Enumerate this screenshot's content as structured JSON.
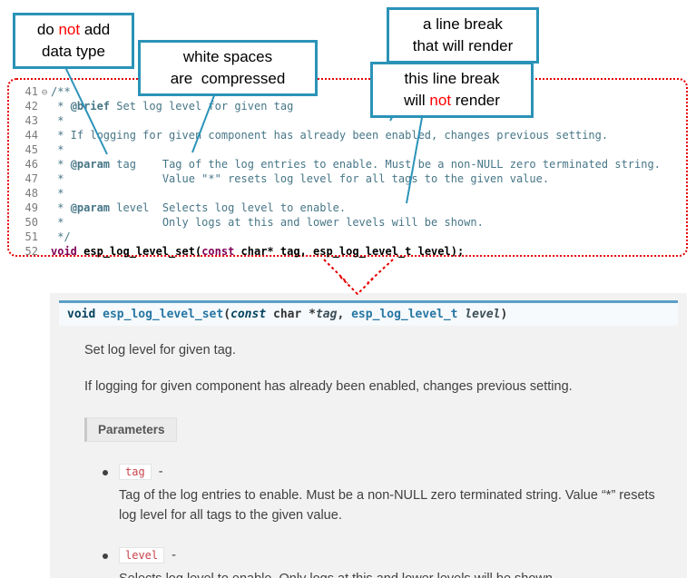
{
  "colors": {
    "callout_border": "#2b93b8",
    "highlight_red": "#ff0000",
    "code_comment_teal": "#477687",
    "code_keyword_purple": "#7f0055",
    "doc_accent_blue": "#5b9fc7",
    "param_chip_red": "#c7434b",
    "red_dotted_border": "#e60000"
  },
  "callouts": {
    "no_datatype": {
      "l1a": "do ",
      "l1_red": "not",
      "l1b": " add",
      "l2": "data type"
    },
    "whitespace": {
      "l1": "white spaces",
      "l2": "are  compressed"
    },
    "break_render": {
      "l1": "a line break",
      "l2": "that will render"
    },
    "break_norender": {
      "l1": "this line break",
      "l2a": "will ",
      "l2_red": "not",
      "l2b": " render"
    }
  },
  "editor": {
    "lines": {
      "l41": {
        "num": "41",
        "fold": "⊖",
        "text": "/**"
      },
      "l42": {
        "num": "42",
        "pre": " * ",
        "tag": "@brief",
        "rest": " Set log level for given tag"
      },
      "l43": {
        "num": "43",
        "text": " *"
      },
      "l44": {
        "num": "44",
        "text": " * If logging for given component has already been enabled, changes previous setting."
      },
      "l45": {
        "num": "45",
        "text": " *"
      },
      "l46": {
        "num": "46",
        "pre": " * ",
        "tag": "@param",
        "rest": " tag    Tag of the log entries to enable. Must be a non-NULL zero terminated string."
      },
      "l47": {
        "num": "47",
        "text": " *               Value \"*\" resets log level for all tags to the given value."
      },
      "l48": {
        "num": "48",
        "text": " *"
      },
      "l49": {
        "num": "49",
        "pre": " * ",
        "tag": "@param",
        "rest": " level  Selects log level to enable."
      },
      "l50": {
        "num": "50",
        "text": " *               Only logs at this and lower levels will be shown."
      },
      "l51": {
        "num": "51",
        "text": " */"
      },
      "l52": {
        "num": "52",
        "kw1": "void ",
        "fn": "esp_log_level_set",
        "mid": "(",
        "kw2": "const",
        "end": " char* tag, esp_log_level_t level);"
      }
    }
  },
  "docs": {
    "signature": {
      "kw1": "void ",
      "name": "esp_log_level_set",
      "open": "(",
      "kw2": "const",
      "type1": " char *",
      "param1": "tag",
      "comma": ", ",
      "type2": "esp_log_level_t ",
      "param2": "level",
      "close": ")"
    },
    "brief": "Set log level for given tag.",
    "description": "If logging for given component has already been enabled, changes previous setting.",
    "params_label": "Parameters",
    "params": [
      {
        "name": "tag",
        "sep": "-",
        "desc": "Tag of the log entries to enable. Must be a non-NULL zero terminated string. Value “*” resets log level for all tags to the given value."
      },
      {
        "name": "level",
        "sep": "-",
        "desc": "Selects log level to enable. Only logs at this and lower levels will be shown."
      }
    ]
  }
}
